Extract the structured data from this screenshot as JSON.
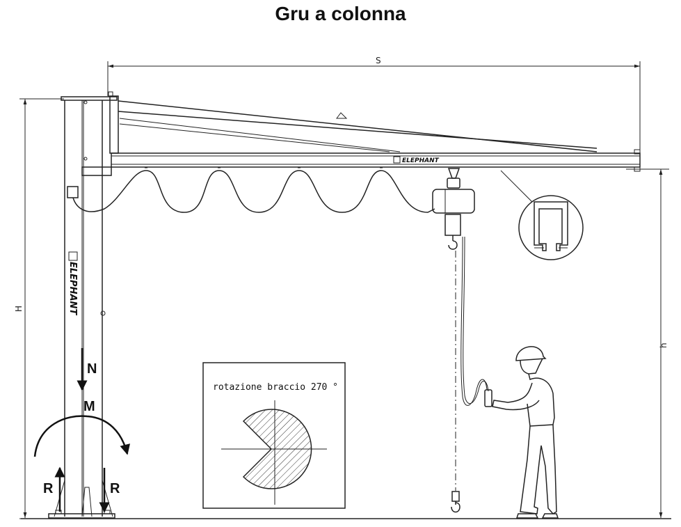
{
  "title": "Gru a colonna",
  "dimensions": {
    "span": "S",
    "total_height": "H",
    "hook_height": "h"
  },
  "forces": {
    "vertical": "N",
    "moment": "M",
    "reaction_left": "R",
    "reaction_right": "R"
  },
  "rotation": {
    "label": "rotazione braccio 270 °",
    "angle_deg": 270
  },
  "brand": {
    "name": "ELEPHANT"
  },
  "colors": {
    "line": "#222222",
    "hatch": "#333333",
    "background": "#ffffff"
  }
}
